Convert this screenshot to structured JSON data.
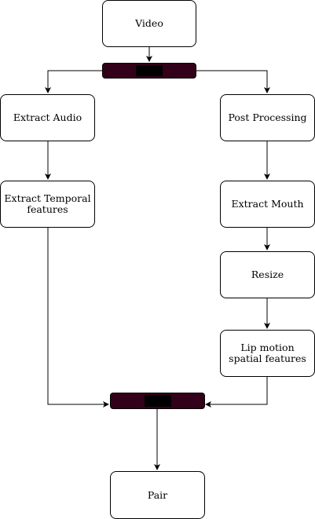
{
  "nodes": {
    "video": "Video",
    "extract_audio": "Extract Audio",
    "post_processing": "Post Processing",
    "extract_temporal": "Extract Temporal features",
    "extract_mouth": "Extract Mouth",
    "resize": "Resize",
    "lip_motion": "Lip motion spatial features",
    "pair": "Pair"
  },
  "colors": {
    "junction_bar": "#33001a",
    "junction_core": "#000000",
    "stroke": "#000000"
  }
}
